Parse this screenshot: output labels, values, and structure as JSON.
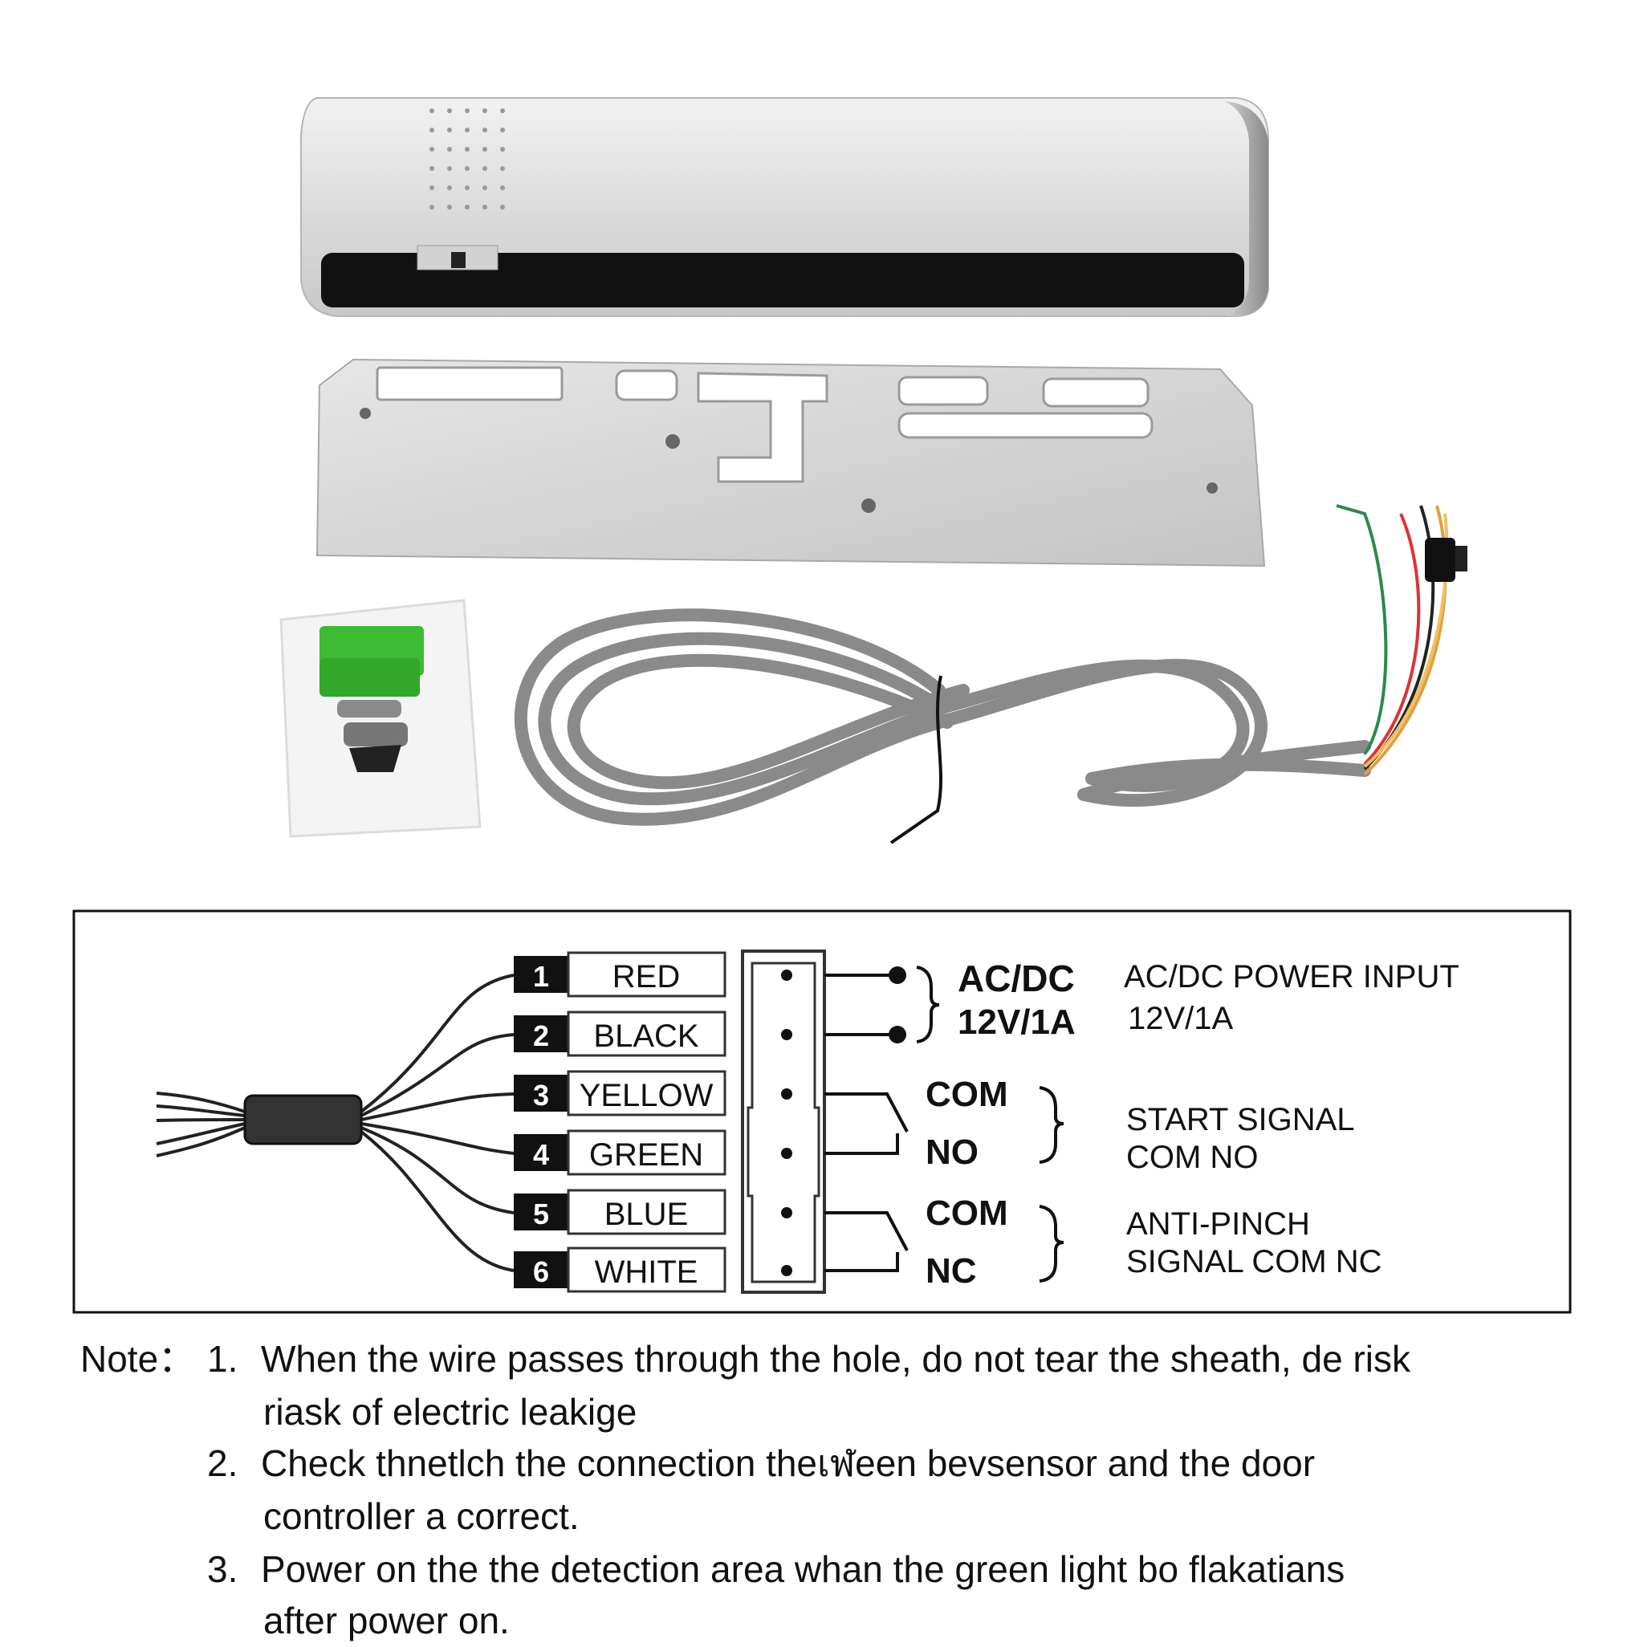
{
  "wiring": {
    "pins": [
      {
        "num": "1",
        "color": "RED"
      },
      {
        "num": "2",
        "color": "BLACK"
      },
      {
        "num": "3",
        "color": "YELLOW"
      },
      {
        "num": "4",
        "color": "GREEN"
      },
      {
        "num": "5",
        "color": "BLUE"
      },
      {
        "num": "6",
        "color": "WHITE"
      }
    ],
    "power": {
      "label_line1": "AC/DC",
      "label_line2": "12V/1A",
      "desc_line1": "AC/DC POWER INPUT",
      "desc_line2": "12V/1A"
    },
    "start": {
      "com": "COM",
      "no": "NO",
      "desc_line1": "START SIGNAL",
      "desc_line2": "COM NO"
    },
    "anti_pinch": {
      "com": "COM",
      "nc": "NC",
      "desc_line1": "ANTI-PINCH",
      "desc_line2": "SIGNAL COM NC"
    }
  },
  "notes": {
    "prefix": "Note：",
    "items": [
      {
        "num": "1.",
        "line1": "When the wire passes through the hole, do not tear the sheath, de risk",
        "line2": "riask of electric leakige"
      },
      {
        "num": "2.",
        "line1": "Check thnetlch the connection theเฬeen bevsensor and the door",
        "line2": "controller a correct."
      },
      {
        "num": "3.",
        "line1": "Power on the the detection area whan the green light bo flakatians",
        "line2": "after power on."
      }
    ]
  }
}
